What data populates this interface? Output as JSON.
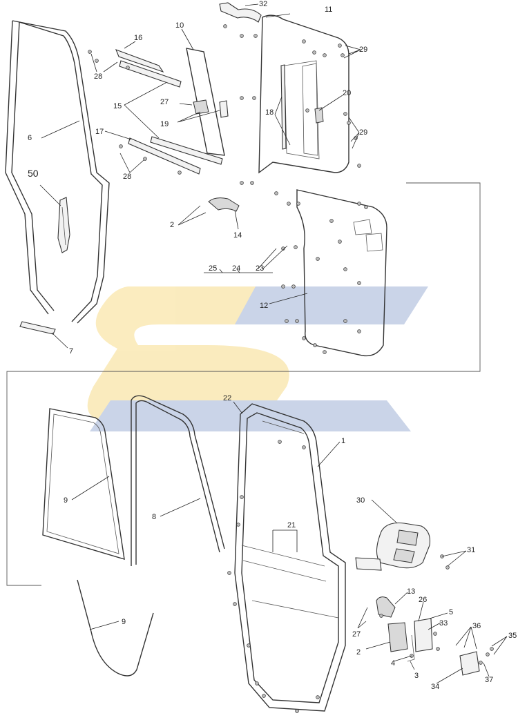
{
  "diagram": {
    "labels": [
      {
        "id": "l1",
        "text": "1"
      },
      {
        "id": "l2a",
        "text": "2"
      },
      {
        "id": "l2b",
        "text": "2"
      },
      {
        "id": "l3",
        "text": "3"
      },
      {
        "id": "l4",
        "text": "4"
      },
      {
        "id": "l5",
        "text": "5"
      },
      {
        "id": "l6",
        "text": "6"
      },
      {
        "id": "l7",
        "text": "7"
      },
      {
        "id": "l8",
        "text": "8"
      },
      {
        "id": "l9a",
        "text": "9"
      },
      {
        "id": "l9b",
        "text": "9"
      },
      {
        "id": "l10",
        "text": "10"
      },
      {
        "id": "l11",
        "text": "11"
      },
      {
        "id": "l12",
        "text": "12"
      },
      {
        "id": "l13",
        "text": "13"
      },
      {
        "id": "l14",
        "text": "14"
      },
      {
        "id": "l15",
        "text": "15"
      },
      {
        "id": "l16",
        "text": "16"
      },
      {
        "id": "l17",
        "text": "17"
      },
      {
        "id": "l18",
        "text": "18"
      },
      {
        "id": "l19",
        "text": "19"
      },
      {
        "id": "l20",
        "text": "20"
      },
      {
        "id": "l21",
        "text": "21"
      },
      {
        "id": "l22",
        "text": "22"
      },
      {
        "id": "l23",
        "text": "23"
      },
      {
        "id": "l24",
        "text": "24"
      },
      {
        "id": "l25",
        "text": "25"
      },
      {
        "id": "l26",
        "text": "26"
      },
      {
        "id": "l27a",
        "text": "27"
      },
      {
        "id": "l27b",
        "text": "27"
      },
      {
        "id": "l28a",
        "text": "28"
      },
      {
        "id": "l28b",
        "text": "28"
      },
      {
        "id": "l29a",
        "text": "29"
      },
      {
        "id": "l29b",
        "text": "29"
      },
      {
        "id": "l30",
        "text": "30"
      },
      {
        "id": "l31",
        "text": "31"
      },
      {
        "id": "l32",
        "text": "32"
      },
      {
        "id": "l33",
        "text": "33"
      },
      {
        "id": "l34",
        "text": "34"
      },
      {
        "id": "l35",
        "text": "35"
      },
      {
        "id": "l36",
        "text": "36"
      },
      {
        "id": "l37",
        "text": "37"
      },
      {
        "id": "l50",
        "text": "50"
      }
    ]
  },
  "colors": {
    "watermark_yellow": "#f7dc8a",
    "watermark_blue": "#9fb2d6",
    "line": "#333333"
  }
}
